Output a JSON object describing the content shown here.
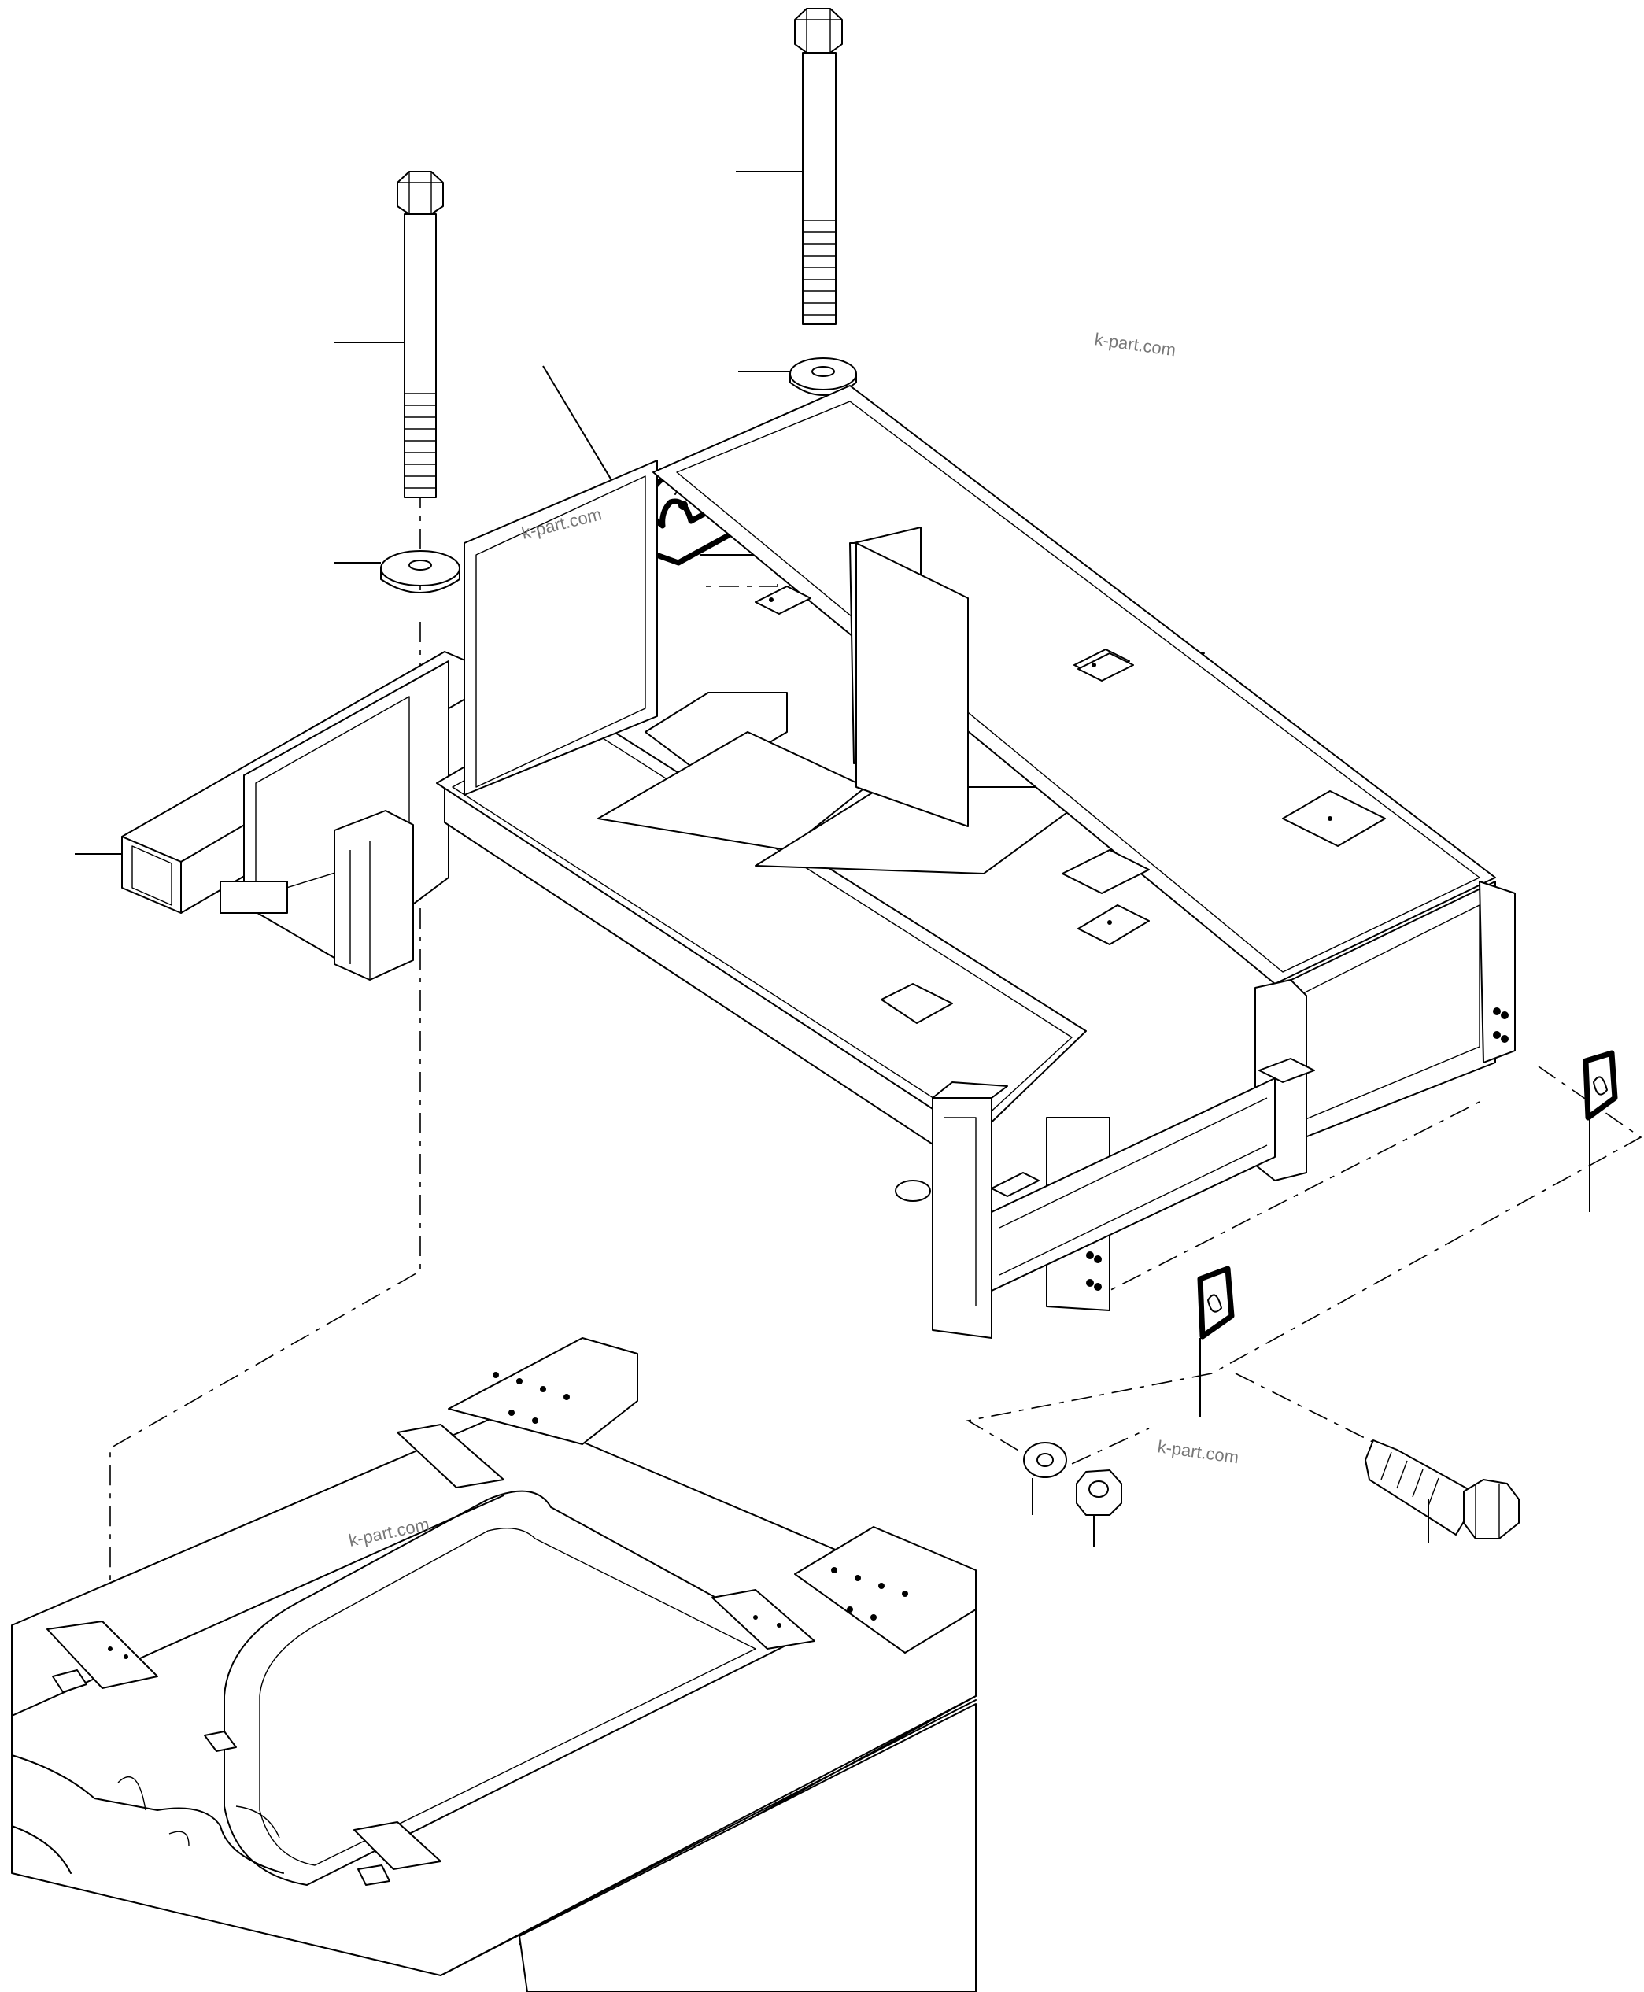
{
  "watermarks": [
    "k-part.com",
    "k-part.com",
    "k-part.com",
    "k-part.com"
  ],
  "colors": {
    "line": "#000000",
    "background": "#ffffff",
    "watermark": "#777777"
  },
  "parts": {
    "bolt_long": "bolt",
    "washer": "washer",
    "nut": "nut",
    "bracket_mount": "mount",
    "frame": "frame",
    "bracket_plate": "bracket",
    "bolt_short": "bolt"
  }
}
